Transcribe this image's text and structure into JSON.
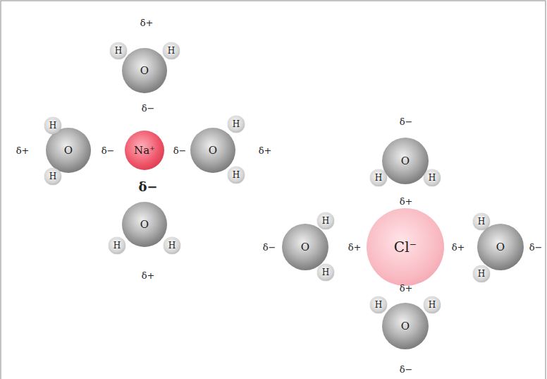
{
  "diagram": {
    "nodes": [
      {
        "text": [
          "O"
        ]
      },
      {
        "text": [
          "H"
        ]
      },
      {
        "text": [
          "H"
        ]
      },
      {
        "text": [
          "O"
        ]
      },
      {
        "text": [
          "H"
        ]
      },
      {
        "text": [
          "H"
        ]
      },
      {
        "text": [
          "Na⁺"
        ]
      },
      {
        "text": [
          "O"
        ]
      },
      {
        "text": [
          "H"
        ]
      },
      {
        "text": [
          "H"
        ]
      },
      {
        "text": [
          "O"
        ]
      },
      {
        "text": [
          "H"
        ]
      },
      {
        "text": [
          "H"
        ]
      },
      {
        "text": [
          "O"
        ]
      },
      {
        "text": [
          "H"
        ]
      },
      {
        "text": [
          "H"
        ]
      },
      {
        "text": [
          "O"
        ]
      },
      {
        "text": [
          "H"
        ]
      },
      {
        "text": [
          "H"
        ]
      },
      {
        "text": [
          "Cl⁻"
        ]
      },
      {
        "text": [
          "O"
        ]
      },
      {
        "text": [
          "H"
        ]
      },
      {
        "text": [
          "H"
        ]
      },
      {
        "text": [
          "O"
        ]
      },
      {
        "text": [
          "H"
        ]
      },
      {
        "text": [
          "H"
        ]
      }
    ],
    "labels": [
      "δ+",
      "δ−",
      "δ+",
      "δ−",
      "δ−",
      "δ+",
      "δ−",
      "δ+",
      "δ−",
      "δ+",
      "δ−",
      "δ+",
      "δ+",
      "δ−",
      "δ+",
      "δ−"
    ]
  }
}
